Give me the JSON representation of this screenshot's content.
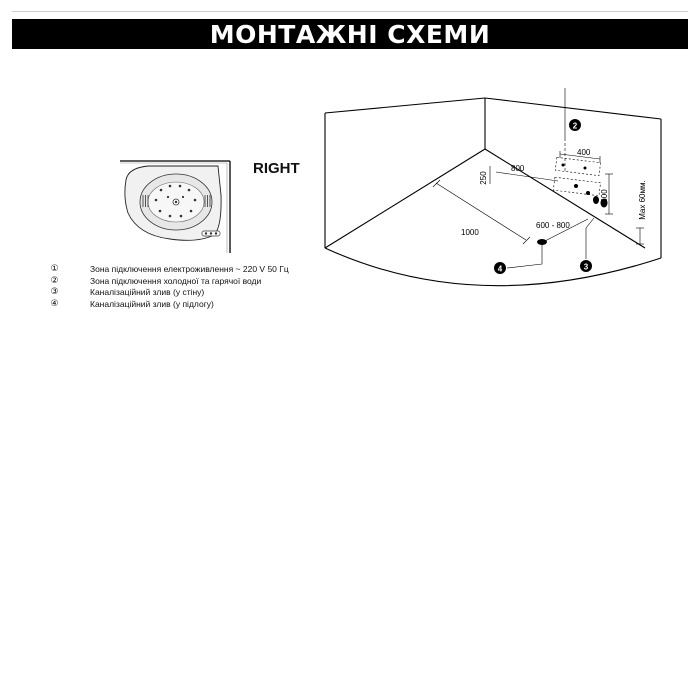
{
  "header": {
    "title": "МОНТАЖНІ СХЕМИ"
  },
  "plan": {
    "side_label": "RIGHT"
  },
  "legend": [
    {
      "marker": "①",
      "text": "Зона підключення електроживлення  ~ 220 V 50 Гц"
    },
    {
      "marker": "②",
      "text": "Зона підключення холодної та гарячої води"
    },
    {
      "marker": "③",
      "text": "Каналізаційний злив (у стіну)"
    },
    {
      "marker": "④",
      "text": "Каналізаційний злив (у підлогу)"
    }
  ],
  "dimensions": {
    "d800": "800",
    "d250": "250",
    "d400": "400",
    "d500": "500",
    "dmax": "Max 60мм.",
    "d600_800": "600 - 800",
    "d1000": "1000"
  },
  "markers": {
    "m2": "2",
    "m3": "3",
    "m4": "4"
  }
}
